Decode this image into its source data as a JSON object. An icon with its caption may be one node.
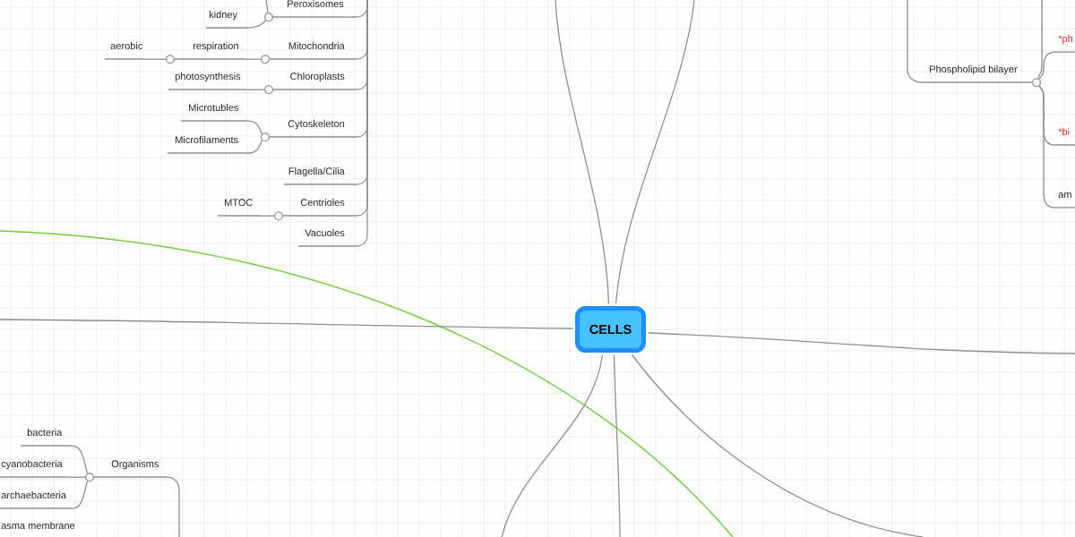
{
  "diagram": {
    "nodes": [
      {
        "text": [
          "CELLS"
        ]
      },
      {
        "text": [
          "Peroxisomes"
        ]
      },
      {
        "text": [
          "kidney"
        ]
      },
      {
        "text": [
          "Mitochondria"
        ]
      },
      {
        "text": [
          "respiration"
        ]
      },
      {
        "text": [
          "aerobic"
        ]
      },
      {
        "text": [
          "Chloroplasts"
        ]
      },
      {
        "text": [
          "photosynthesis"
        ]
      },
      {
        "text": [
          "Cytoskeleton"
        ]
      },
      {
        "text": [
          "Microtubles"
        ]
      },
      {
        "text": [
          "Microfilaments"
        ]
      },
      {
        "text": [
          "Flagella/Cilia"
        ]
      },
      {
        "text": [
          "Centrioles"
        ]
      },
      {
        "text": [
          "MTOC"
        ]
      },
      {
        "text": [
          "Vacuoles"
        ]
      },
      {
        "text": [
          "Phospholipid bilayer"
        ]
      },
      {
        "text": [
          "*ph"
        ]
      },
      {
        "text": [
          "*bi"
        ]
      },
      {
        "text": [
          "am"
        ]
      },
      {
        "text": [
          "Organisms"
        ]
      },
      {
        "text": [
          "bacteria"
        ]
      },
      {
        "text": [
          "cyanobacteria"
        ]
      },
      {
        "text": [
          "archaebacteria"
        ]
      },
      {
        "text": [
          "asma membrane"
        ]
      }
    ],
    "edges": [
      {
        "from": 0,
        "to": null,
        "arrow": "none"
      },
      {
        "from": 0,
        "to": null,
        "arrow": "none"
      },
      {
        "from": 0,
        "to": null,
        "arrow": "none"
      },
      {
        "from": 0,
        "to": null,
        "arrow": "none"
      },
      {
        "from": 0,
        "to": null,
        "arrow": "none"
      },
      {
        "from": 0,
        "to": null,
        "arrow": "none"
      },
      {
        "from": 0,
        "to": null,
        "arrow": "none"
      },
      {
        "from": null,
        "to": 1,
        "arrow": "none"
      },
      {
        "from": null,
        "to": 3,
        "arrow": "none"
      },
      {
        "from": null,
        "to": 6,
        "arrow": "none"
      },
      {
        "from": null,
        "to": 8,
        "arrow": "none"
      },
      {
        "from": null,
        "to": 11,
        "arrow": "none"
      },
      {
        "from": null,
        "to": 12,
        "arrow": "none"
      },
      {
        "from": null,
        "to": 14,
        "arrow": "none"
      },
      {
        "from": 1,
        "to": null,
        "arrow": "none"
      },
      {
        "from": 1,
        "to": 2,
        "arrow": "none"
      },
      {
        "from": 3,
        "to": 4,
        "arrow": "none"
      },
      {
        "from": 4,
        "to": 5,
        "arrow": "none"
      },
      {
        "from": 6,
        "to": 7,
        "arrow": "none"
      },
      {
        "from": 8,
        "to": 9,
        "arrow": "none"
      },
      {
        "from": 8,
        "to": 10,
        "arrow": "none"
      },
      {
        "from": 12,
        "to": 13,
        "arrow": "none"
      },
      {
        "from": null,
        "to": 15,
        "arrow": "none"
      },
      {
        "from": 15,
        "to": null,
        "arrow": "none"
      },
      {
        "from": 15,
        "to": 16,
        "arrow": "none"
      },
      {
        "from": 15,
        "to": 17,
        "arrow": "none"
      },
      {
        "from": 15,
        "to": 18,
        "arrow": "none"
      },
      {
        "from": null,
        "to": 19,
        "arrow": "none"
      },
      {
        "from": 19,
        "to": 20,
        "arrow": "none"
      },
      {
        "from": 19,
        "to": 21,
        "arrow": "none"
      },
      {
        "from": 19,
        "to": 22,
        "arrow": "none"
      }
    ]
  }
}
